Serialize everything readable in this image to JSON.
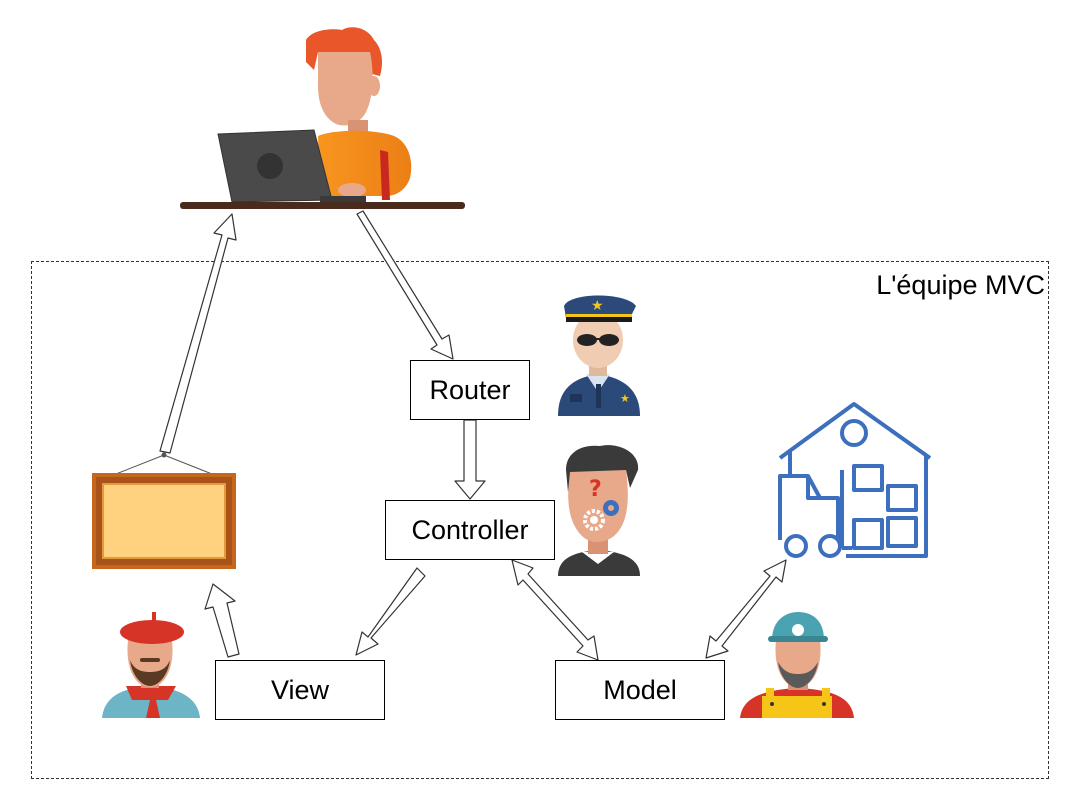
{
  "team_label": "L'équipe MVC",
  "nodes": {
    "router": "Router",
    "controller": "Controller",
    "view": "View",
    "model": "Model"
  },
  "colors": {
    "hair": "#e8562a",
    "skin": "#e8a88a",
    "sweater": "#f28a1e",
    "laptop": "#4a4a4a",
    "desk": "#4a2a1a",
    "frame": "#c6671b",
    "canvas_fill": "#ffd27f",
    "police_blue": "#2b4a7a",
    "warehouse_blue": "#3d6fbf",
    "beret_red": "#d63426",
    "helmet_teal": "#4aa3b0",
    "vest_yellow": "#f5c518"
  },
  "icons": [
    "developer-at-laptop-icon",
    "picture-frame-icon",
    "police-officer-icon",
    "thinking-man-gear-icon",
    "painter-beret-icon",
    "warehouse-forklift-icon",
    "worker-helmet-icon"
  ]
}
